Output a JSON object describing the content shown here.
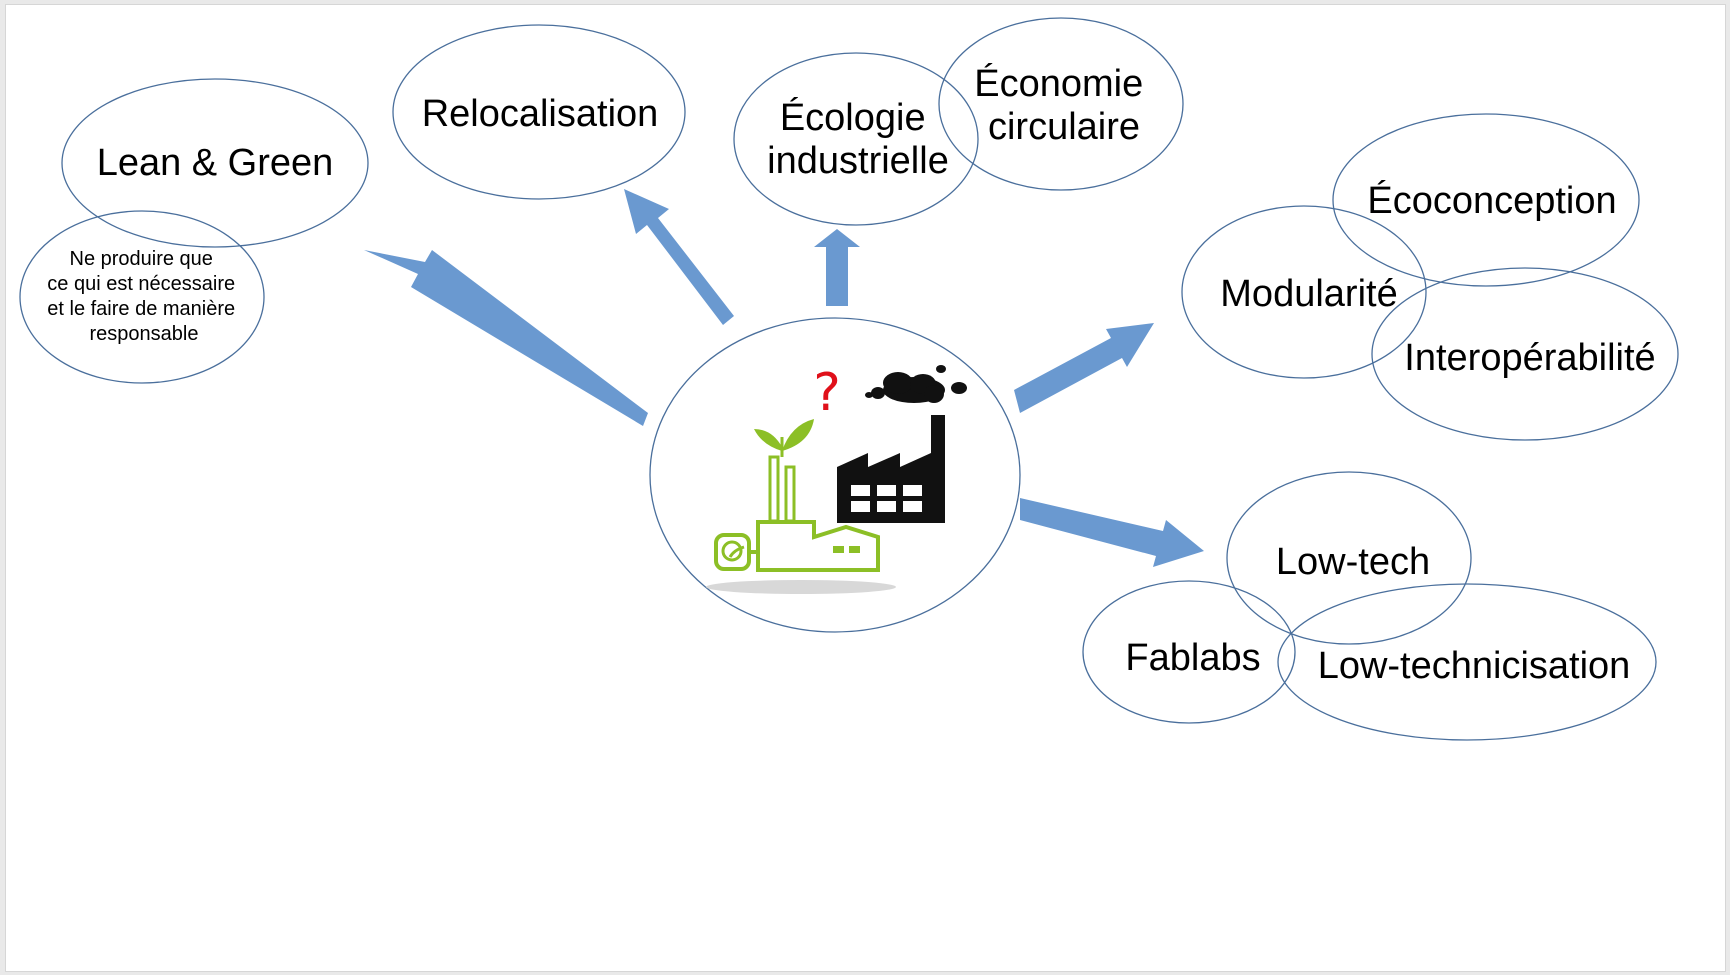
{
  "colors": {
    "ellipse_stroke": "#4a6f9c",
    "arrow_fill": "#6a99d0",
    "text": "#000000",
    "question_mark": "#e0101a",
    "green_factory": "#8cbf26",
    "black_factory": "#111111"
  },
  "center_icon": {
    "question_mark": "?"
  },
  "nodes": {
    "lean_green": "Lean & Green",
    "lean_green_note": [
      "Ne produire que",
      "ce qui est nécessaire",
      "et le faire de manière",
      "responsable"
    ],
    "relocalisation": "Relocalisation",
    "ecologie": [
      "Écologie",
      "industrielle"
    ],
    "economie": [
      "Économie",
      "circulaire"
    ],
    "ecoconception": "Écoconception",
    "modularite": "Modularité",
    "interoperabilite": "Interopérabilité",
    "low_tech": "Low-tech",
    "fablabs": "Fablabs",
    "low_technicisation": "Low-technicisation"
  }
}
